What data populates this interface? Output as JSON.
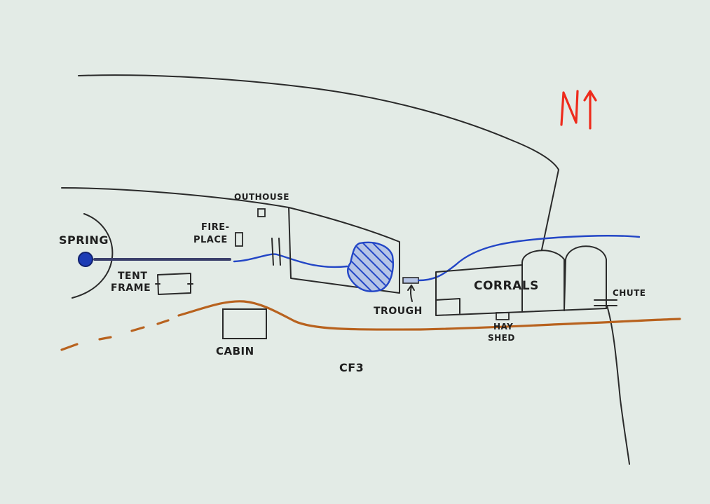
{
  "labels": {
    "spring": "SPRING",
    "tent_frame_line1": "TENT",
    "tent_frame_line2": "FRAME",
    "fireplace_line1": "FIRE-",
    "fireplace_line2": "PLACE",
    "outhouse": "OUTHOUSE",
    "trough": "TROUGH",
    "corrals": "CORRALS",
    "chute": "CHUTE",
    "hay_shed_line1": "HAY",
    "hay_shed_line2": "SHED",
    "cabin": "CABIN",
    "site_id": "CF3",
    "north": "N"
  },
  "colors": {
    "paper": "#e3ebe6",
    "ink": "#2a2a2a",
    "water": "#2346c6",
    "road": "#b8621e",
    "north_arrow": "#ee2b1c"
  },
  "icons": {
    "north_arrow": "north-arrow-icon",
    "trough_arrow": "pointer-arrow-icon"
  }
}
